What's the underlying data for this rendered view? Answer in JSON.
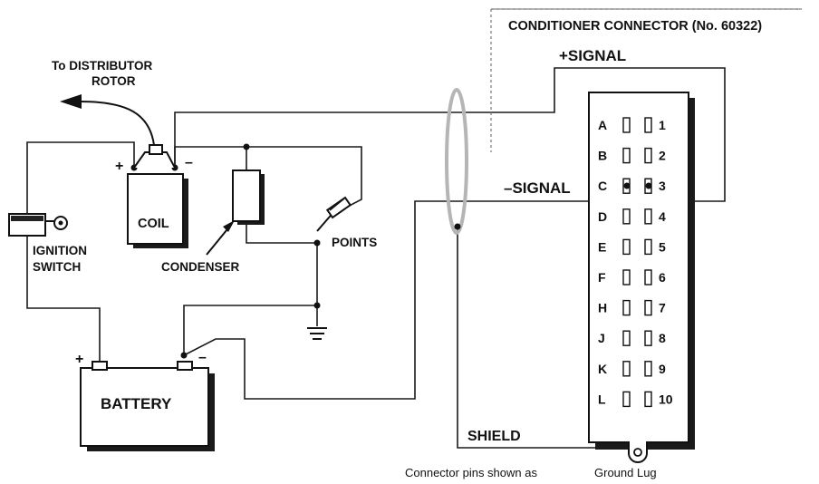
{
  "labels": {
    "conditioner_connector": "CONDITIONER CONNECTOR  (No. 60322)",
    "plus_signal": "+SIGNAL",
    "minus_signal": "–SIGNAL",
    "to_distributor_line1": "To DISTRIBUTOR",
    "to_distributor_line2": "ROTOR",
    "coil": "COIL",
    "coil_plus": "+",
    "coil_minus": "–",
    "ignition_line1": "IGNITION",
    "ignition_line2": "SWITCH",
    "condenser": "CONDENSER",
    "points": "POINTS",
    "battery": "BATTERY",
    "battery_plus": "+",
    "battery_minus": "–",
    "shield": "SHIELD",
    "connector_note": "Connector pins shown as",
    "ground_lug": "Ground Lug"
  },
  "connector_pins": [
    {
      "letter": "A",
      "number": "1"
    },
    {
      "letter": "B",
      "number": "2"
    },
    {
      "letter": "C",
      "number": "3"
    },
    {
      "letter": "D",
      "number": "4"
    },
    {
      "letter": "E",
      "number": "5"
    },
    {
      "letter": "F",
      "number": "6"
    },
    {
      "letter": "H",
      "number": "7"
    },
    {
      "letter": "J",
      "number": "8"
    },
    {
      "letter": "K",
      "number": "9"
    },
    {
      "letter": "L",
      "number": "10"
    }
  ]
}
